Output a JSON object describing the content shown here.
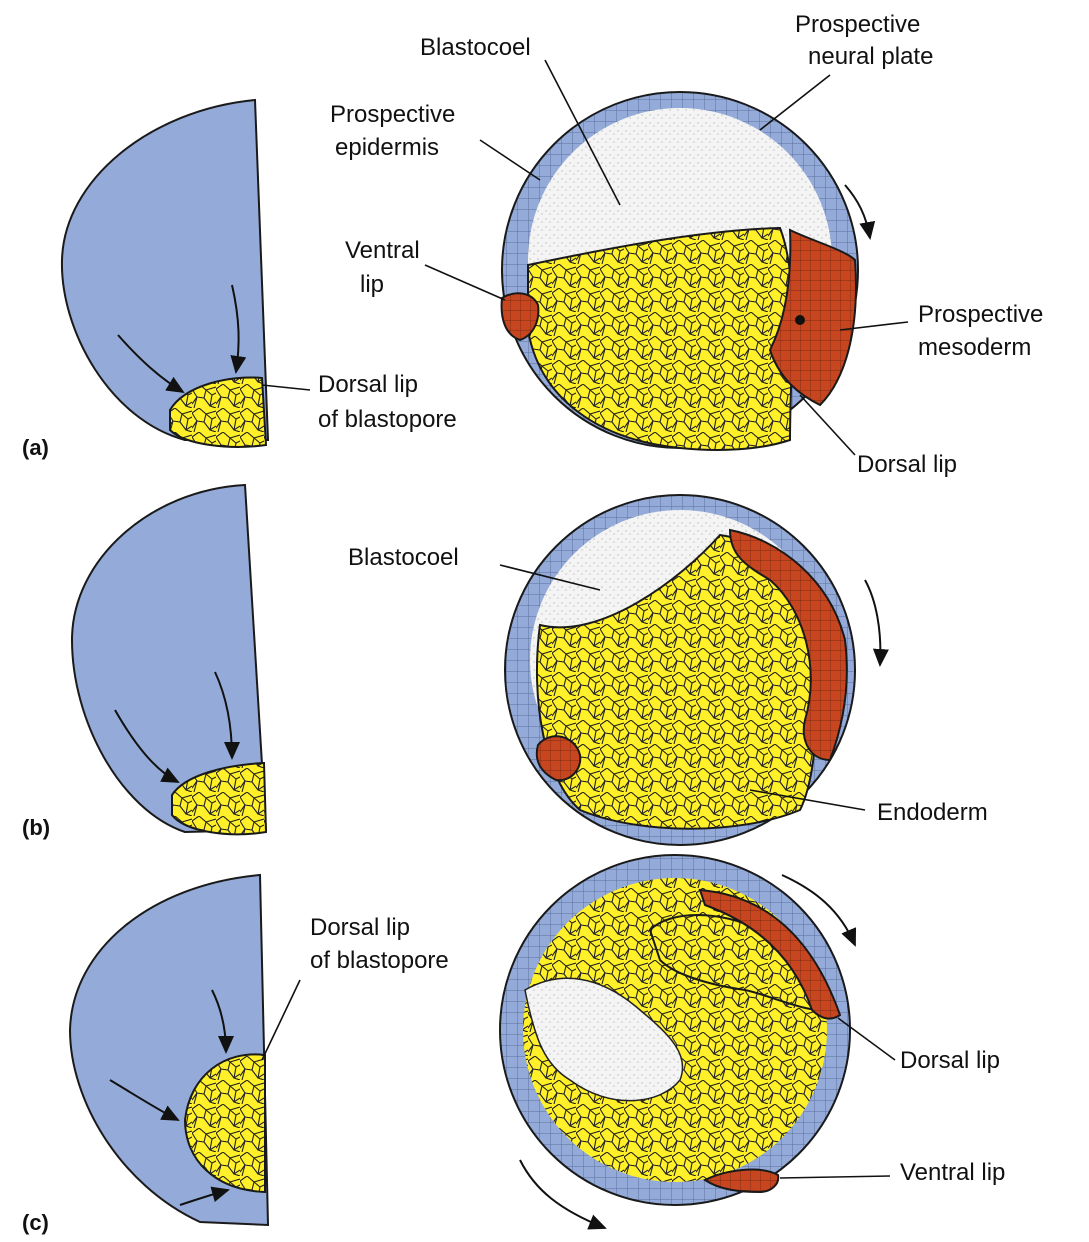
{
  "colors": {
    "ectoderm": "#94ABD9",
    "ectoderm_cells": "#7F99CF",
    "endoderm": "#FFF02A",
    "mesoderm": "#C8461F",
    "blastocoel": "#F1F1F1",
    "outline": "#1A1A1A"
  },
  "panels": [
    {
      "id": "a",
      "panel_label": "(a)",
      "labels": {
        "blastocoel": "Blastocoel",
        "prospective_neural_plate_1": "Prospective",
        "prospective_neural_plate_2": "neural plate",
        "prospective_epidermis_1": "Prospective",
        "prospective_epidermis_2": "epidermis",
        "ventral_lip_1": "Ventral",
        "ventral_lip_2": "lip",
        "prospective_mesoderm_1": "Prospective",
        "prospective_mesoderm_2": "mesoderm",
        "dorsal_lip": "Dorsal lip",
        "dorsal_lip_blastopore_1": "Dorsal lip",
        "dorsal_lip_blastopore_2": "of blastopore"
      }
    },
    {
      "id": "b",
      "panel_label": "(b)",
      "labels": {
        "blastocoel": "Blastocoel",
        "endoderm": "Endoderm"
      }
    },
    {
      "id": "c",
      "panel_label": "(c)",
      "labels": {
        "dorsal_lip_blastopore_1": "Dorsal lip",
        "dorsal_lip_blastopore_2": "of blastopore",
        "dorsal_lip": "Dorsal lip",
        "ventral_lip": "Ventral lip"
      }
    }
  ]
}
